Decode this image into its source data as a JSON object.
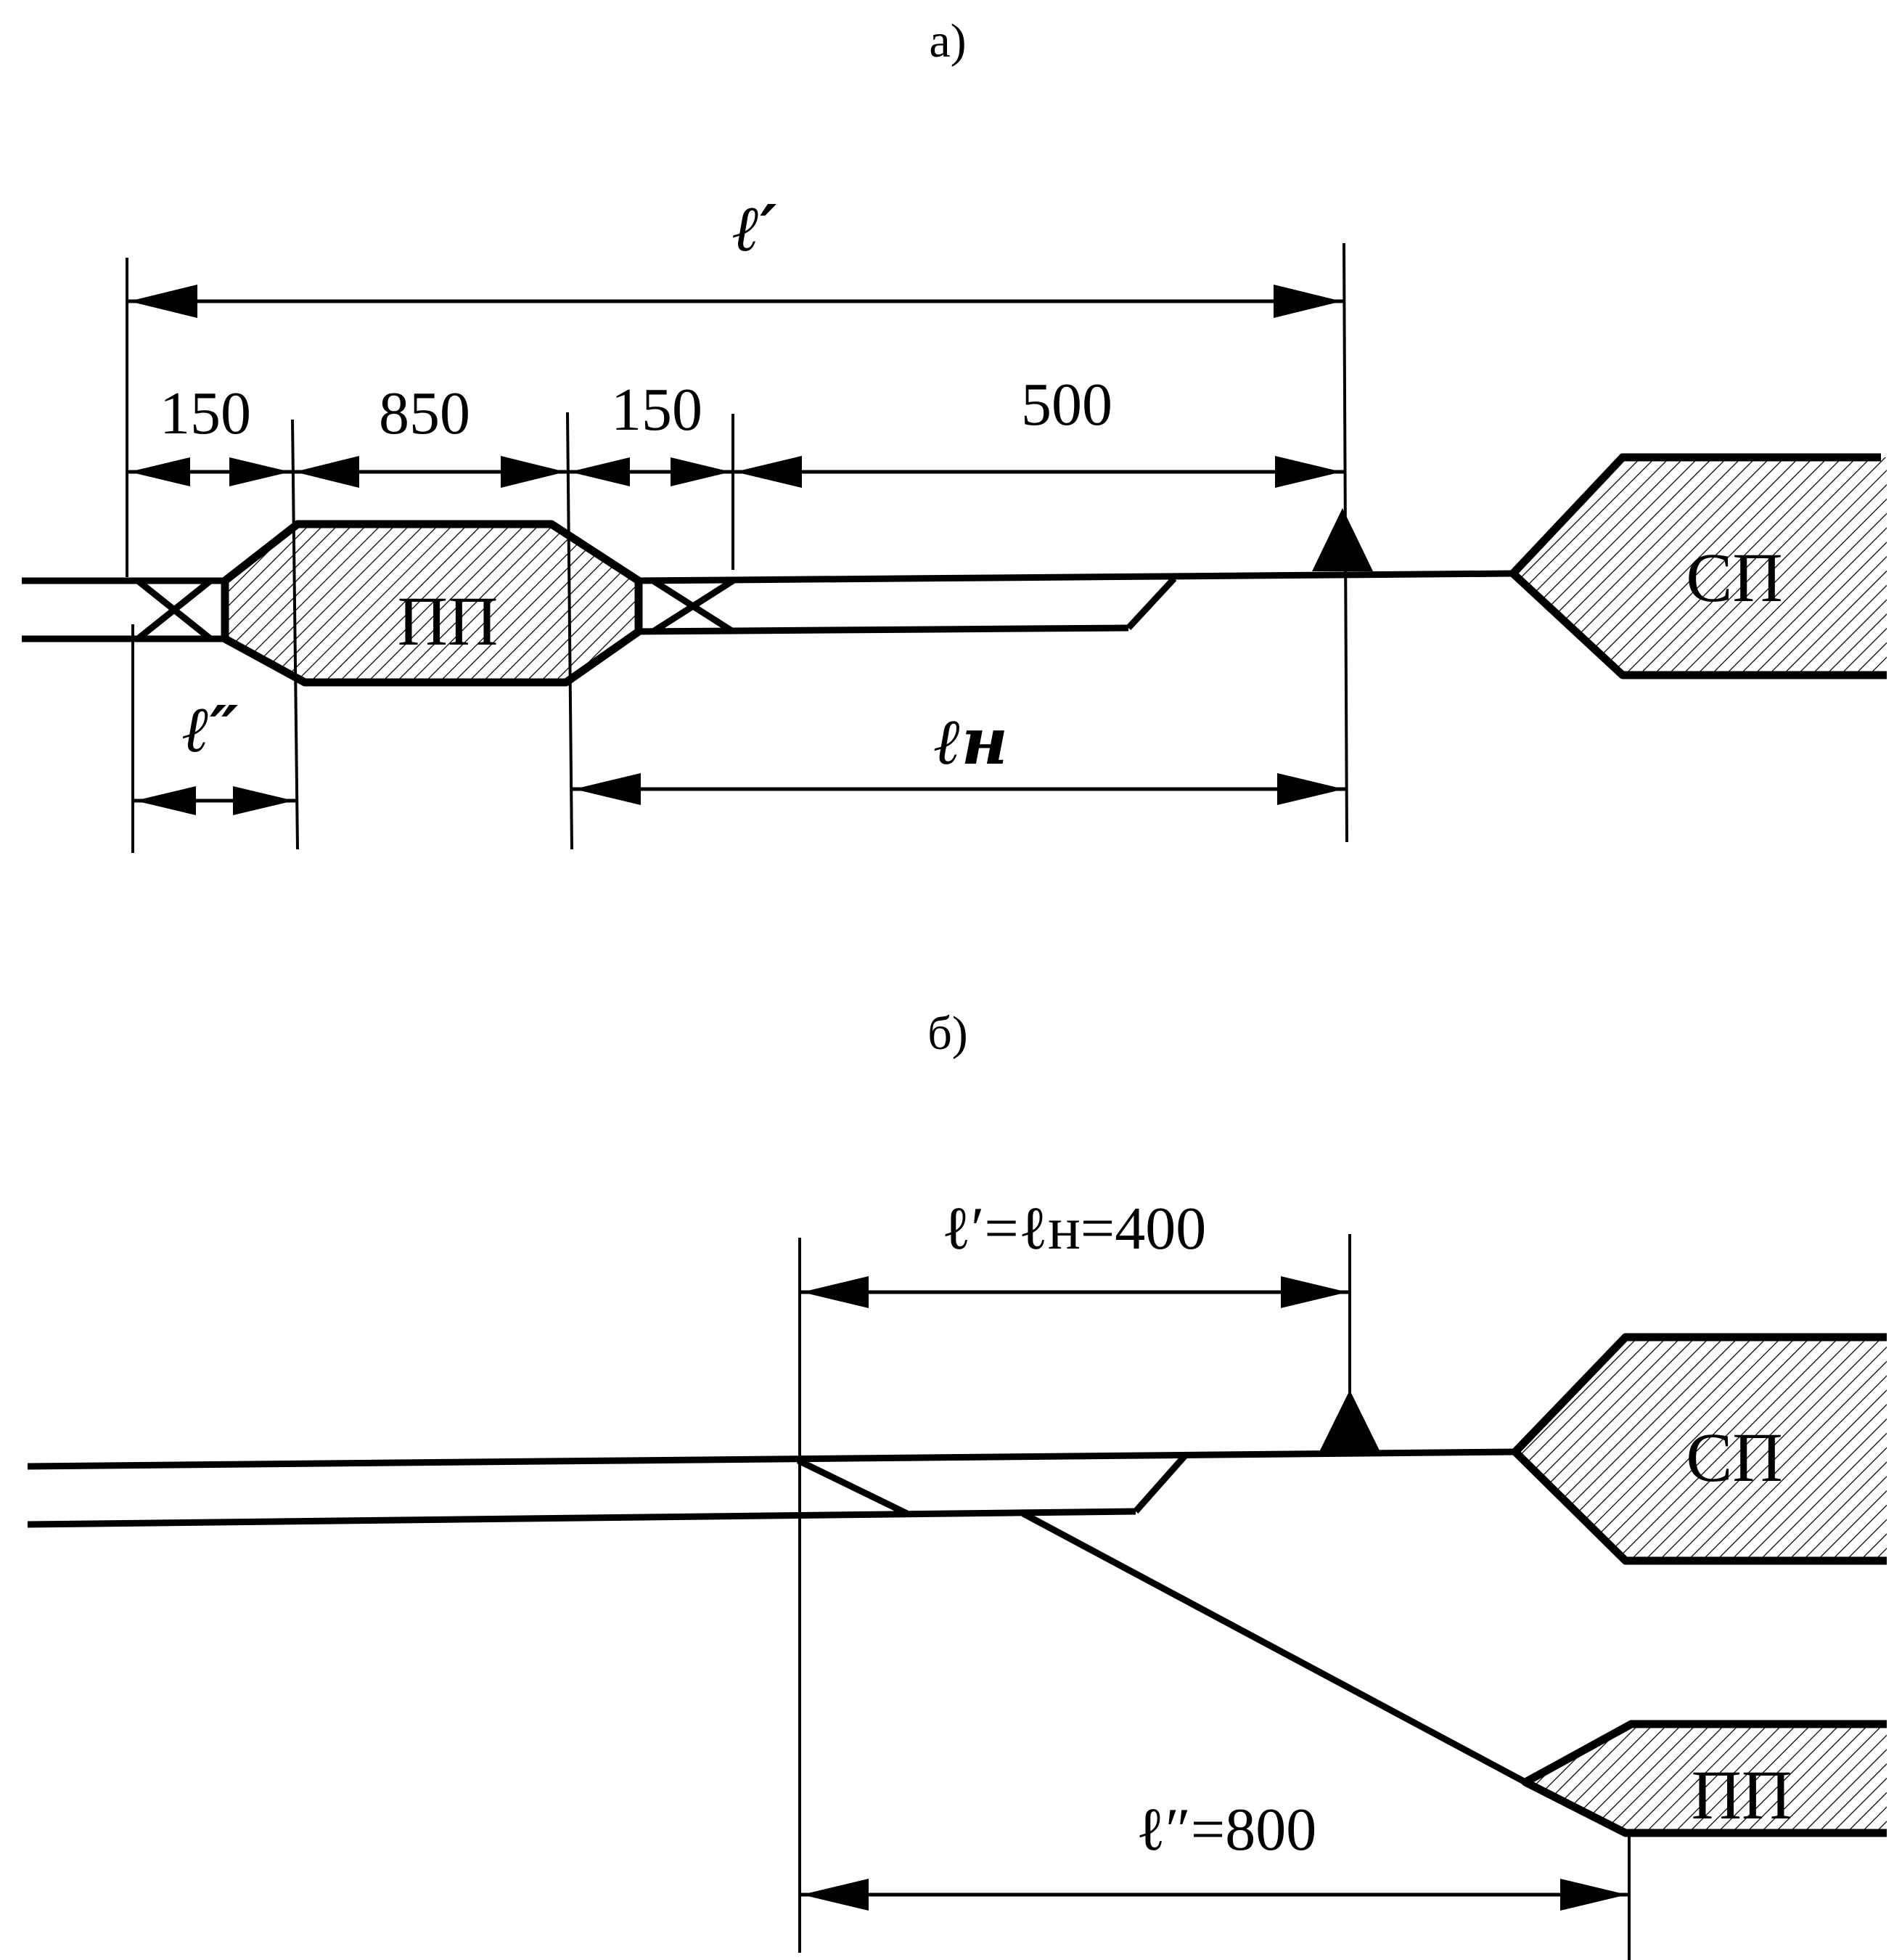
{
  "panel_a": {
    "caption": "а)",
    "overall_length_label": "ℓ′",
    "segment_dims": [
      "150",
      "850",
      "150",
      "500"
    ],
    "block_pp": "ПП",
    "block_sp": "СП",
    "lower_left_label": "ℓ″",
    "lower_right_label": "ℓн"
  },
  "panel_b": {
    "caption": "б)",
    "top_dim_label": "ℓ′=ℓн=400",
    "bottom_dim_label": "ℓ″=800",
    "block_sp": "СП",
    "block_pp": "ПП"
  },
  "colors": {
    "ink": "#000000",
    "paper": "#ffffff"
  },
  "icons": {
    "signal": "signal-triangle-icon",
    "arrowhead": "arrowhead-icon"
  }
}
